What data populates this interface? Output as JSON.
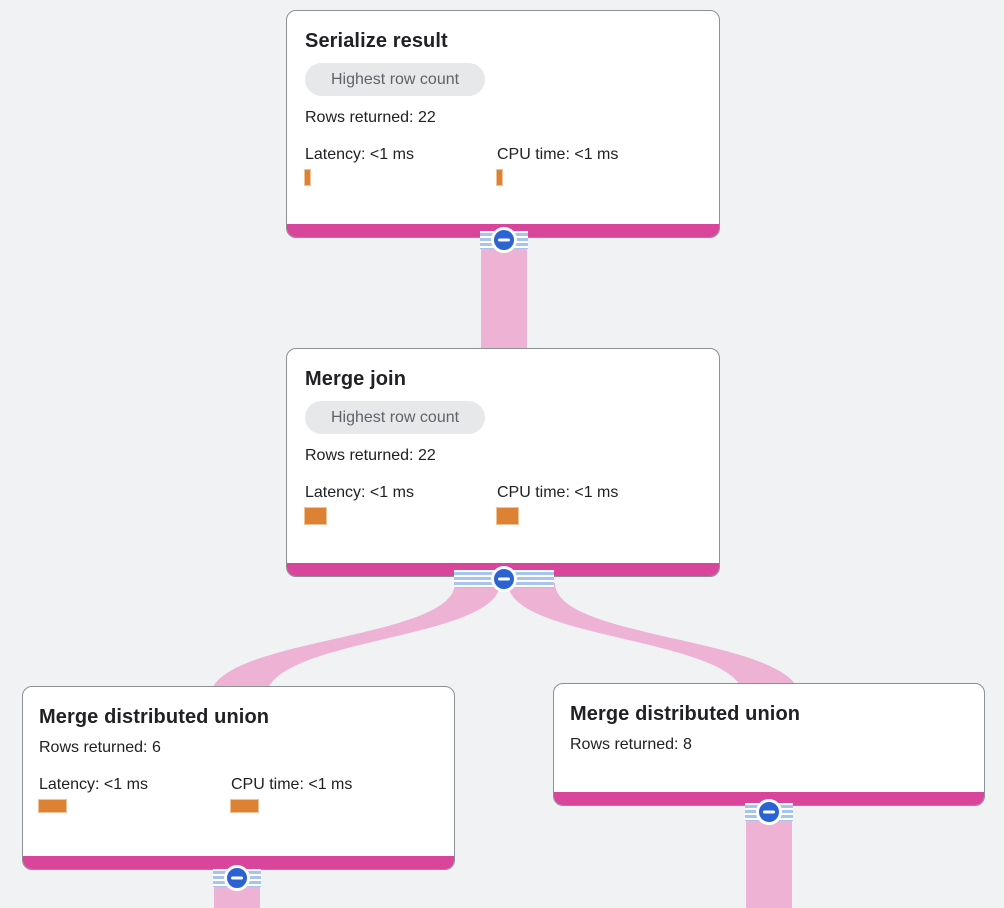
{
  "app": {
    "view": "query-execution-plan-graph"
  },
  "colors": {
    "background": "#f0f2f4",
    "card_background": "#ffffff",
    "card_border": "#8b9095",
    "card_accent": "#d9459a",
    "edge_band": "#eeb2d5",
    "metric_bar": "#dd8133",
    "collapse_button": "#2b64d2",
    "ribbon_stripe": "#a8c4ee",
    "badge_background": "#e7e8e9",
    "badge_text": "#5f6368",
    "text": "#202124"
  },
  "nodes": [
    {
      "title": "Serialize result",
      "badge": "Highest row count",
      "rows_returned": 22,
      "rows_returned_label": "Rows returned: 22",
      "latency_label": "Latency: <1 ms",
      "cpu_label": "CPU time: <1 ms",
      "latency_bar": {
        "w": 5,
        "h": 15
      },
      "cpu_bar": {
        "w": 5,
        "h": 15
      }
    },
    {
      "title": "Merge join",
      "badge": "Highest row count",
      "rows_returned": 22,
      "rows_returned_label": "Rows returned: 22",
      "latency_label": "Latency: <1 ms",
      "cpu_label": "CPU time: <1 ms",
      "latency_bar": {
        "w": 21,
        "h": 16
      },
      "cpu_bar": {
        "w": 21,
        "h": 16
      }
    },
    {
      "title": "Merge distributed union",
      "rows_returned": 6,
      "rows_returned_label": "Rows returned: 6",
      "latency_label": "Latency: <1 ms",
      "cpu_label": "CPU time: <1 ms",
      "latency_bar": {
        "w": 27,
        "h": 12
      },
      "cpu_bar": {
        "w": 27,
        "h": 12
      }
    },
    {
      "title": "Merge distributed union",
      "rows_returned": 8,
      "rows_returned_label": "Rows returned: 8"
    }
  ],
  "edges": [
    {
      "from": "Serialize result",
      "to": "Merge join"
    },
    {
      "from": "Merge join",
      "to": "Merge distributed union (rows 6)"
    },
    {
      "from": "Merge join",
      "to": "Merge distributed union (rows 8)"
    },
    {
      "from": "Merge distributed union (rows 6)",
      "to": "offscreen-below"
    },
    {
      "from": "Merge distributed union (rows 8)",
      "to": "offscreen-below"
    }
  ]
}
